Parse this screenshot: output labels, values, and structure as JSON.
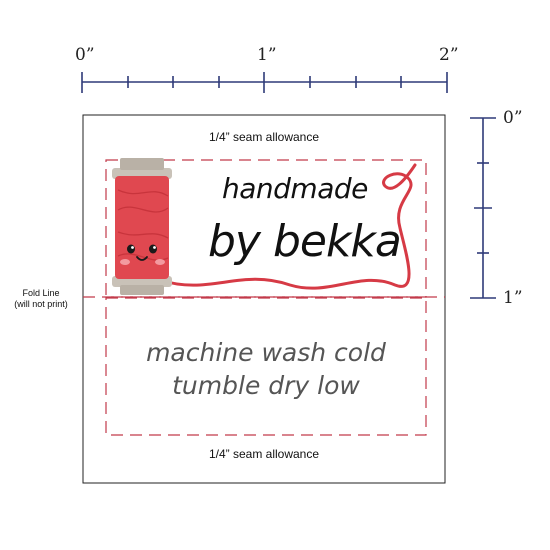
{
  "ruler_top": {
    "labels": [
      "0”",
      "1”",
      "2”"
    ]
  },
  "ruler_right": {
    "labels": [
      "0”",
      "1”"
    ]
  },
  "label": {
    "seam_top": "1/4” seam allowance",
    "seam_bottom": "1/4” seam allowance",
    "brand_line1": "handmade",
    "brand_line2": "by bekka",
    "care_line1": "machine wash cold",
    "care_line2": "tumble dry low"
  },
  "fold_line": {
    "line1": "Fold Line",
    "line2": "(will not print)"
  },
  "colors": {
    "ruler": "#2e3a78",
    "dash": "#c23a4a",
    "spool_red": "#e04850",
    "thread": "#d63a45",
    "spool_wood": "#c9c2b8"
  },
  "icons": {
    "spool": "thread-spool-icon"
  }
}
